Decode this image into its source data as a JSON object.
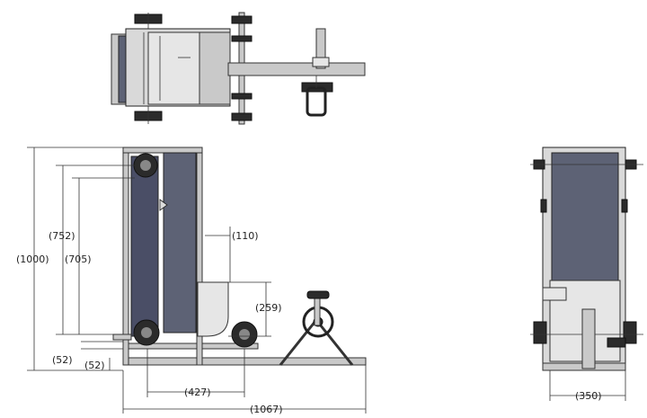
{
  "dimensions": {
    "height_total": "1000",
    "height_752": "752",
    "height_705": "705",
    "offset_110": "110",
    "height_259": "259",
    "left_52": "52",
    "bottom_52": "52",
    "span_427": "427",
    "length_total": "1067",
    "width_350": "350"
  },
  "colors": {
    "belt": "#4a4e66",
    "frame": "#d9d9d9",
    "panel": "#5d6275"
  }
}
